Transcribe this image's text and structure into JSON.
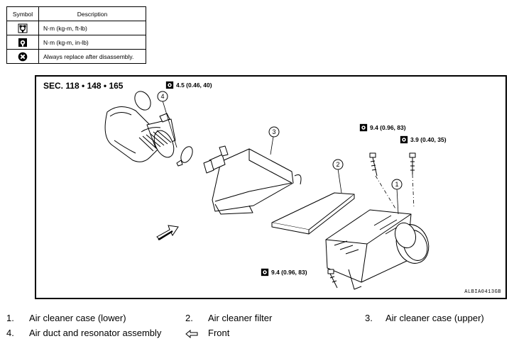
{
  "symbol_table": {
    "headers": {
      "symbol": "Symbol",
      "description": "Description"
    },
    "rows": [
      {
        "icon": "torque-wrench-icon",
        "description": "N·m (kg-m, ft-lb)"
      },
      {
        "icon": "torque-wrench-filled-icon",
        "description": "N·m (kg-m, in-lb)"
      },
      {
        "icon": "replace-x-icon",
        "description": "Always replace after disassembly."
      }
    ]
  },
  "diagram": {
    "section_label": "SEC. 118 • 148 • 165",
    "torques": [
      "4.5 (0.46, 40)",
      "9.4 (0.96, 83)",
      "3.9 (0.40, 35)",
      "9.4 (0.96, 83)"
    ],
    "callouts": [
      "1",
      "2",
      "3",
      "4"
    ],
    "reference_code": "ALBIA0413GB"
  },
  "legend": [
    {
      "num": "1.",
      "text": "Air cleaner case (lower)"
    },
    {
      "num": "2.",
      "text": "Air cleaner filter"
    },
    {
      "num": "3.",
      "text": "Air cleaner case (upper)"
    },
    {
      "num": "4.",
      "text": "Air duct and resonator assembly"
    },
    {
      "num": "",
      "text": "Front",
      "icon": "front-arrow-icon"
    }
  ]
}
